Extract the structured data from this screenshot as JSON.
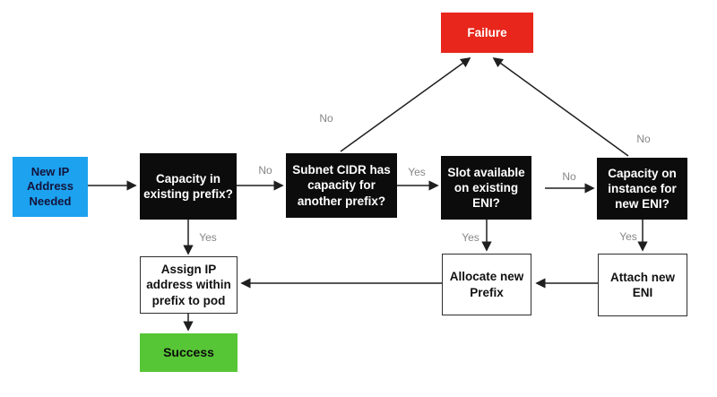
{
  "diagram": {
    "nodes": {
      "start": {
        "label": "New IP\nAddress\nNeeded"
      },
      "capacity_existing_prefix": {
        "label": "Capacity in\nexisting prefix?"
      },
      "subnet_cidr_capacity": {
        "label": "Subnet CIDR has\ncapacity for\nanother prefix?"
      },
      "slot_available_eni": {
        "label": "Slot available\non existing\nENI?"
      },
      "capacity_new_eni": {
        "label": "Capacity on\ninstance for\nnew ENI?"
      },
      "failure": {
        "label": "Failure"
      },
      "assign_ip": {
        "label": "Assign IP\naddress within\nprefix to pod"
      },
      "allocate_prefix": {
        "label": "Allocate new\nPrefix"
      },
      "attach_eni": {
        "label": "Attach new\nENI"
      },
      "success": {
        "label": "Success"
      }
    },
    "labels": {
      "yes": "Yes",
      "no": "No"
    },
    "colors": {
      "start_fill": "#1CA2EF",
      "decision_fill": "#0C0C0C",
      "failure_fill": "#E8261B",
      "success_fill": "#57C636",
      "action_fill": "#FFFFFF",
      "arrow": "#1F1F1F"
    }
  }
}
